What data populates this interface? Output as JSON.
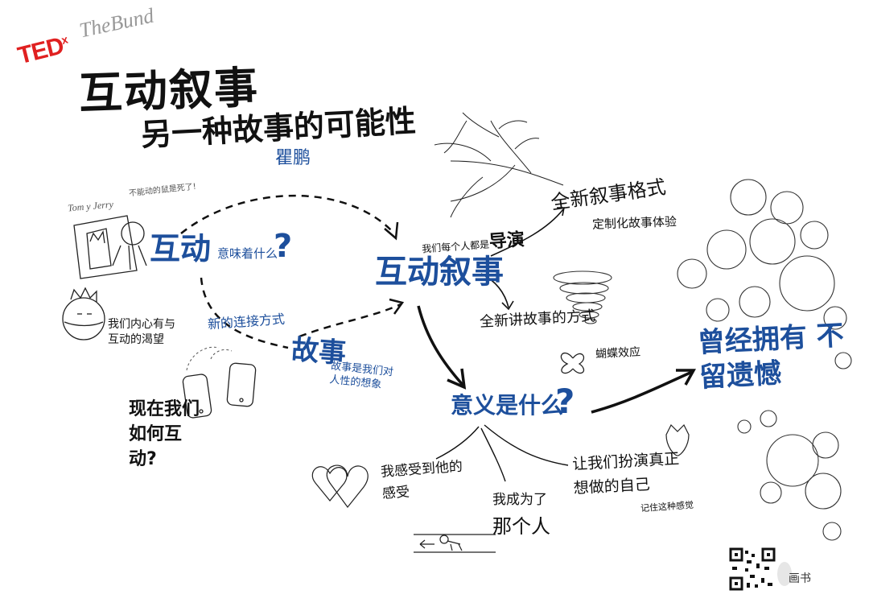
{
  "logo": {
    "ted": "TED",
    "x": "x",
    "thebund": "TheBund"
  },
  "title": {
    "main": "互动叙事",
    "sub": "另一种故事的可能性",
    "author": "瞿鹏"
  },
  "sketch": {
    "tom_jerry": "Tom y Jerry",
    "tom_note": "不能动的鼠是死了!"
  },
  "nodes": {
    "interaction_main": "互动",
    "interaction_sub": "意味着什么",
    "interaction_q": "?",
    "new_connection": "新的连接方式",
    "desire": "我们内心有与互动的渴望",
    "now_how": "现在我们如何互动?",
    "story": "故事",
    "story_sub": "故事是我们对人性的想象",
    "center": "互动叙事",
    "director_small": "我们每个人都是",
    "director_big": "导演",
    "format_line1": "全新叙事格式",
    "format_line2": "定制化故事体验",
    "new_way": "全新讲故事的方式",
    "butterfly": "蝴蝶效应",
    "meaning": "意义是什么",
    "meaning_q": "?",
    "had": "曾经拥有 不留遗憾",
    "felt": "我感受到他的感受",
    "became_line1": "我成为了",
    "became_line2": "那个人",
    "letme": "让我们扮演真正想做的自己",
    "remember": "记住这种感觉"
  },
  "brand": {
    "name": "画书"
  },
  "colors": {
    "ink": "#111111",
    "accent_blue": "#1d4f9c",
    "ted_red": "#e02020"
  }
}
